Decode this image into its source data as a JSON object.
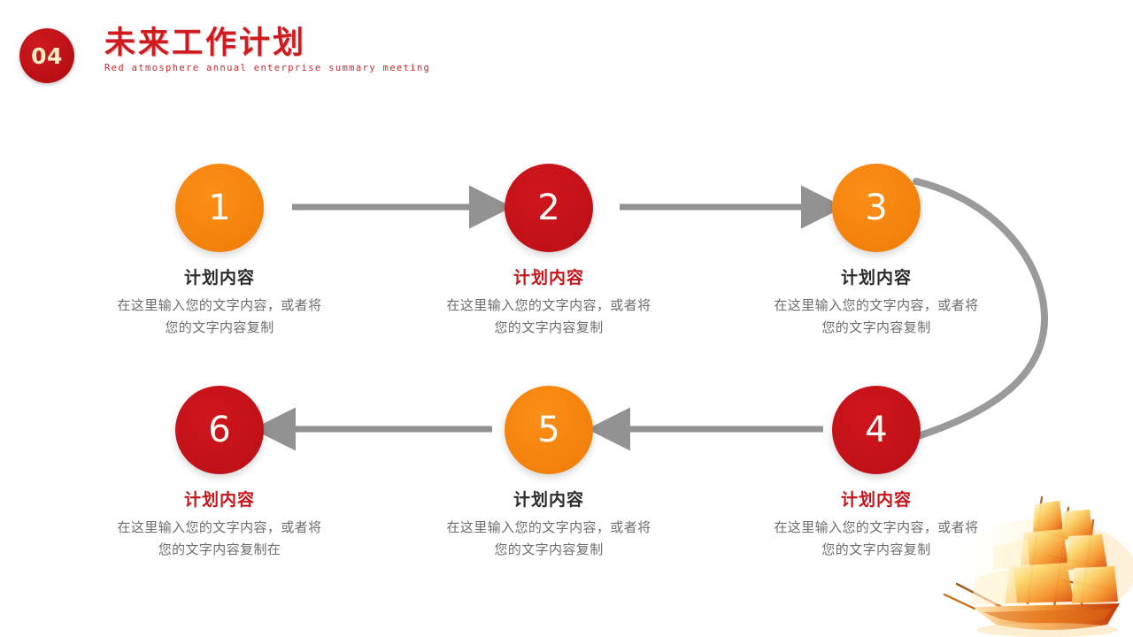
{
  "header": {
    "badge_number": "04",
    "title": "未来工作计划",
    "subtitle": "Red atmosphere annual enterprise summary meeting",
    "badge_color": "#bd1016",
    "title_color": "#cf1b20",
    "badge_text_color": "#fdeec6"
  },
  "palette": {
    "orange": "#f5830c",
    "red": "#c41219",
    "arrow_gray": "#929292",
    "title_dark": "#2b2b2b",
    "body_gray": "#6d6d6d",
    "background": "#ffffff"
  },
  "flow": {
    "nodes": [
      {
        "number": "1",
        "circle_color": "orange",
        "title": "计划内容",
        "title_color": "dark",
        "desc": "在这里输入您的文字内容，或者将您的文字内容复制"
      },
      {
        "number": "2",
        "circle_color": "red",
        "title": "计划内容",
        "title_color": "red",
        "desc": "在这里输入您的文字内容，或者将您的文字内容复制"
      },
      {
        "number": "3",
        "circle_color": "orange",
        "title": "计划内容",
        "title_color": "dark",
        "desc": "在这里输入您的文字内容，或者将您的文字内容复制"
      },
      {
        "number": "4",
        "circle_color": "red",
        "title": "计划内容",
        "title_color": "red",
        "desc": "在这里输入您的文字内容，或者将您的文字内容复制"
      },
      {
        "number": "5",
        "circle_color": "orange",
        "title": "计划内容",
        "title_color": "dark",
        "desc": "在这里输入您的文字内容，或者将您的文字内容复制"
      },
      {
        "number": "6",
        "circle_color": "red",
        "title": "计划内容",
        "title_color": "red",
        "desc": "在这里输入您的文字内容，或者将您的文字内容复制在"
      }
    ],
    "connectors": [
      {
        "name": "arrow-1-to-2",
        "kind": "arrow",
        "direction": "right"
      },
      {
        "name": "arrow-2-to-3",
        "kind": "arrow",
        "direction": "right"
      },
      {
        "name": "curve-3-to-4",
        "kind": "curve",
        "direction": "down"
      },
      {
        "name": "arrow-4-to-5",
        "kind": "arrow",
        "direction": "left"
      },
      {
        "name": "arrow-5-to-6",
        "kind": "arrow",
        "direction": "left"
      }
    ]
  },
  "decoration": {
    "ship_label": "sailing-ship-illustration"
  }
}
